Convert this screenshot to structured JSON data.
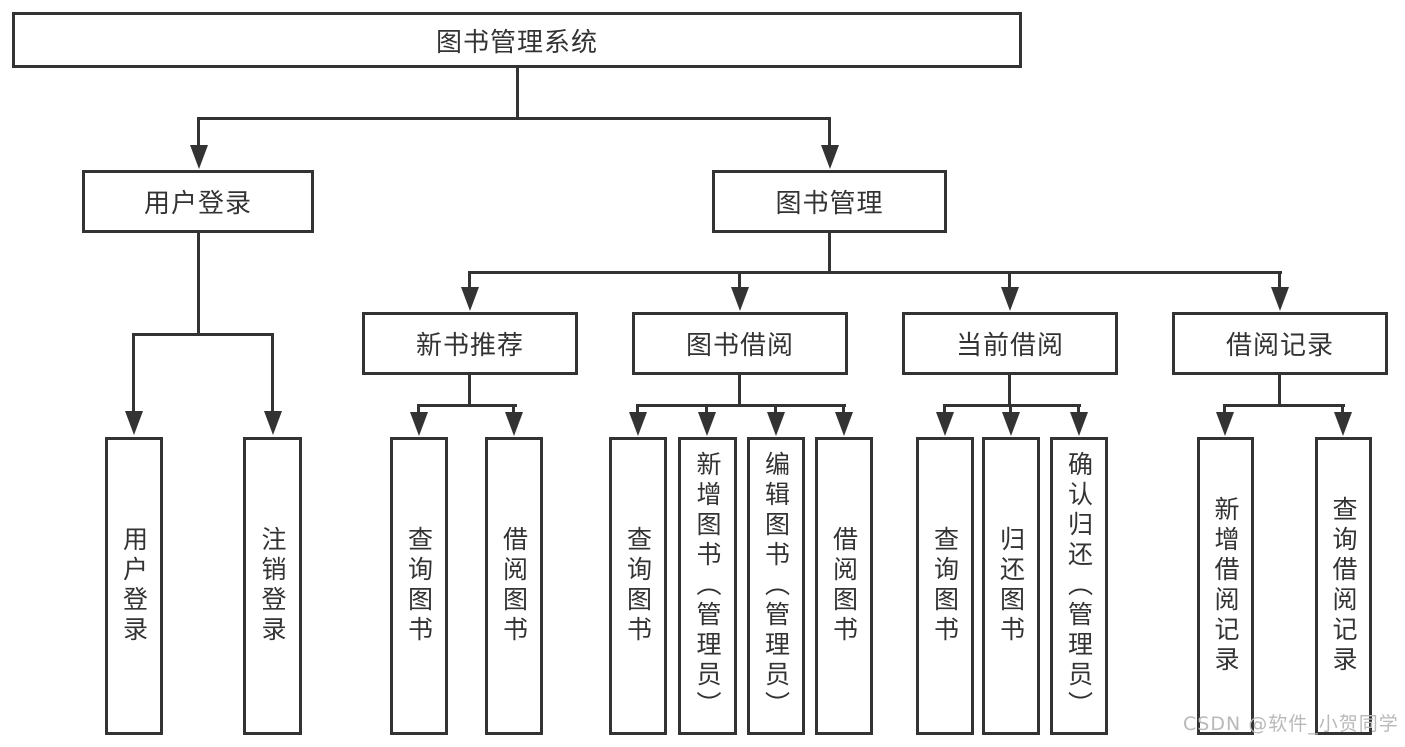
{
  "title": "图书管理系统",
  "watermark": "CSDN @软件_小贺同学",
  "colors": {
    "line": "#333333",
    "text": "#333333",
    "background": "#ffffff",
    "watermark": "#b9b9b9"
  },
  "tree": {
    "label": "图书管理系统",
    "children": [
      {
        "label": "用户登录",
        "children": [
          {
            "label": "用户登录"
          },
          {
            "label": "注销登录"
          }
        ]
      },
      {
        "label": "图书管理",
        "children": [
          {
            "label": "新书推荐",
            "children": [
              {
                "label": "查询图书"
              },
              {
                "label": "借阅图书"
              }
            ]
          },
          {
            "label": "图书借阅",
            "children": [
              {
                "label": "查询图书"
              },
              {
                "label": "新增图书（管理员）"
              },
              {
                "label": "编辑图书（管理员）"
              },
              {
                "label": "借阅图书"
              }
            ]
          },
          {
            "label": "当前借阅",
            "children": [
              {
                "label": "查询图书"
              },
              {
                "label": "归还图书"
              },
              {
                "label": "确认归还（管理员）"
              }
            ]
          },
          {
            "label": "借阅记录",
            "children": [
              {
                "label": "新增借阅记录"
              },
              {
                "label": "查询借阅记录"
              }
            ]
          }
        ]
      }
    ]
  }
}
